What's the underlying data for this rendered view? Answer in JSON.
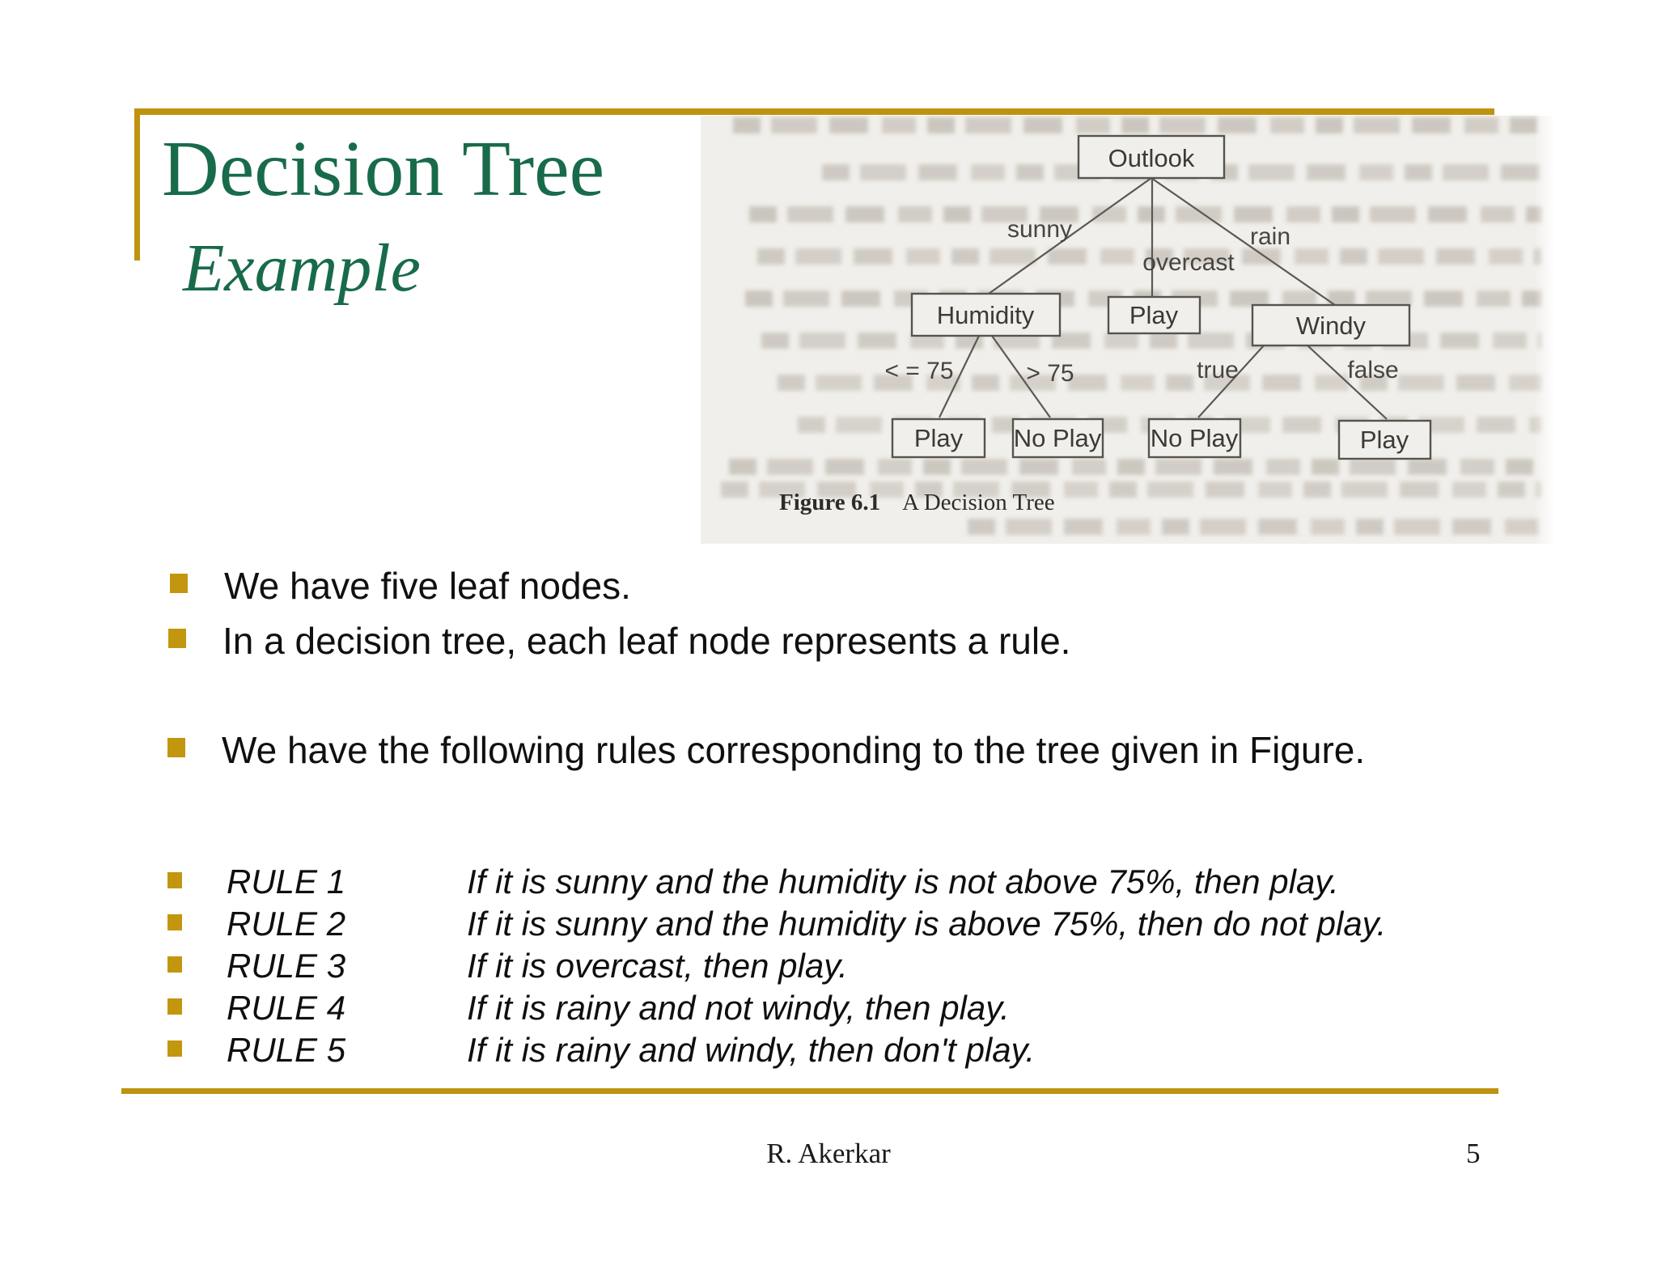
{
  "slide": {
    "title": "Decision Tree",
    "subtitle": "Example"
  },
  "colors": {
    "accent_gold": "#BE9310",
    "title_green": "#186B4A",
    "scan_background": "#F1EFEB"
  },
  "figure": {
    "caption_label": "Figure 6.1",
    "caption_text": "A Decision Tree",
    "tree": {
      "nodes": [
        {
          "label": "Outlook"
        },
        {
          "label": "Humidity"
        },
        {
          "label": "Play"
        },
        {
          "label": "Windy"
        },
        {
          "label": "Play"
        },
        {
          "label": "No Play"
        },
        {
          "label": "No Play"
        },
        {
          "label": "Play"
        }
      ],
      "edge_labels": [
        {
          "label": "sunny"
        },
        {
          "label": "overcast"
        },
        {
          "label": "rain"
        },
        {
          "label": "< = 75"
        },
        {
          "label": "> 75"
        },
        {
          "label": "true"
        },
        {
          "label": "false"
        }
      ]
    }
  },
  "bullets": [
    {
      "text": "We have five leaf nodes."
    },
    {
      "text": "In a decision tree, each leaf node represents a rule."
    },
    {
      "text": "We have the following rules corresponding to the tree given in Figure."
    }
  ],
  "rules": [
    {
      "label": "RULE 1",
      "text": "If it is sunny and the humidity is not above 75%, then play."
    },
    {
      "label": "RULE 2",
      "text": "If it is sunny and the humidity is above 75%, then do not play."
    },
    {
      "label": "RULE 3",
      "text": "If it is overcast, then play."
    },
    {
      "label": "RULE 4",
      "text": "If it is rainy and not windy, then play."
    },
    {
      "label": "RULE 5",
      "text": "If it is rainy and windy, then don't play."
    }
  ],
  "footer": {
    "author": "R. Akerkar",
    "page_number": "5"
  }
}
